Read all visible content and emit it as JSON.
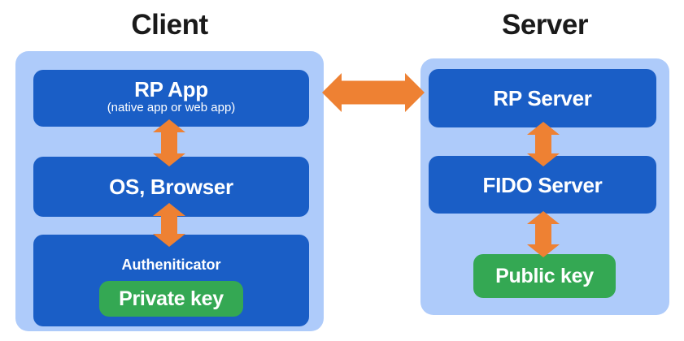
{
  "client": {
    "title": "Client",
    "rp_app": {
      "label": "RP App",
      "sublabel": "(native app or web app)"
    },
    "os_browser": {
      "label": "OS, Browser"
    },
    "authenticator": {
      "label": "Autheniticator"
    },
    "private_key": {
      "label": "Private key"
    }
  },
  "server": {
    "title": "Server",
    "rp_server": {
      "label": "RP Server"
    },
    "fido_server": {
      "label": "FIDO Server"
    },
    "public_key": {
      "label": "Public key"
    }
  },
  "icons": {
    "horizontal_arrow": "double-headed-horizontal-arrow",
    "vertical_arrow": "double-headed-vertical-arrow"
  },
  "colors": {
    "panel_light_blue": "#AECBFA",
    "box_dark_blue": "#1A5EC6",
    "key_green": "#34A853",
    "arrow_orange": "#EE8133",
    "title_text": "#1A1A1A",
    "box_text": "#FFFFFF",
    "background": "#FFFFFF"
  }
}
